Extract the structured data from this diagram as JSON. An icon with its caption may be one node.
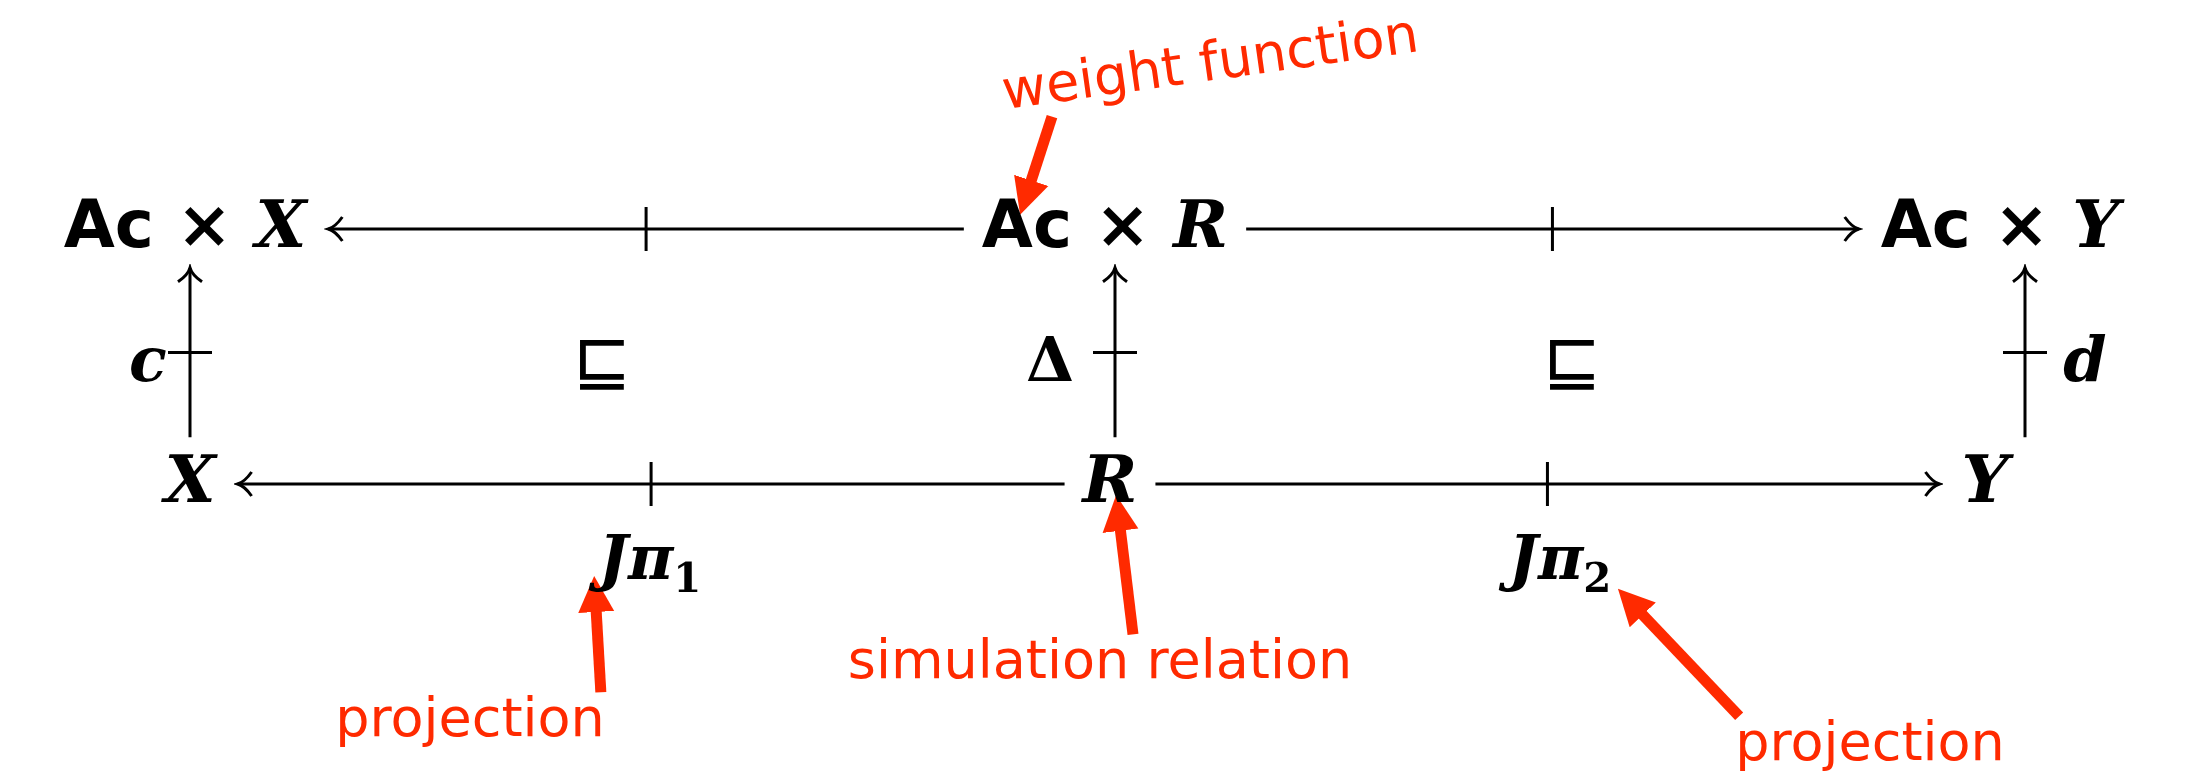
{
  "diagram": {
    "nodes": [
      {
        "text": [
          "Ac × *X*"
        ]
      },
      {
        "text": [
          "Ac × *R*"
        ]
      },
      {
        "text": [
          "Ac × *Y*"
        ]
      },
      {
        "text": [
          "*X*"
        ]
      },
      {
        "text": [
          "*R*"
        ]
      },
      {
        "text": [
          "*Y*"
        ]
      },
      {
        "text": [
          "weight function"
        ]
      },
      {
        "text": [
          "projection"
        ]
      },
      {
        "text": [
          "simulation relation"
        ]
      },
      {
        "text": [
          "projection"
        ]
      }
    ],
    "edges": [
      {
        "from": 1,
        "to": 0,
        "arrow": "to"
      },
      {
        "from": 1,
        "to": 2,
        "arrow": "to"
      },
      {
        "from": 3,
        "to": 0,
        "arrow": "to",
        "label": "*c*"
      },
      {
        "from": 4,
        "to": 1,
        "arrow": "to",
        "label": "Δ"
      },
      {
        "from": 5,
        "to": 2,
        "arrow": "to",
        "label": "*d*"
      },
      {
        "from": 4,
        "to": 3,
        "arrow": "to",
        "label": "*Jπ*$_{1}$"
      },
      {
        "from": 4,
        "to": 5,
        "arrow": "to",
        "label": "*Jπ*$_{2}$"
      },
      {
        "from": 6,
        "to": 1,
        "arrow": "to",
        "style": "thick",
        "color": "#ff2a00"
      },
      {
        "from": 7,
        "to": null,
        "arrow": "to",
        "style": "thick",
        "color": "#ff2a00"
      },
      {
        "from": 8,
        "to": 4,
        "arrow": "to",
        "style": "thick",
        "color": "#ff2a00"
      },
      {
        "from": 9,
        "to": null,
        "arrow": "to",
        "style": "thick",
        "color": "#ff2a00"
      }
    ],
    "labels": [
      "⊑",
      "⊑"
    ]
  }
}
